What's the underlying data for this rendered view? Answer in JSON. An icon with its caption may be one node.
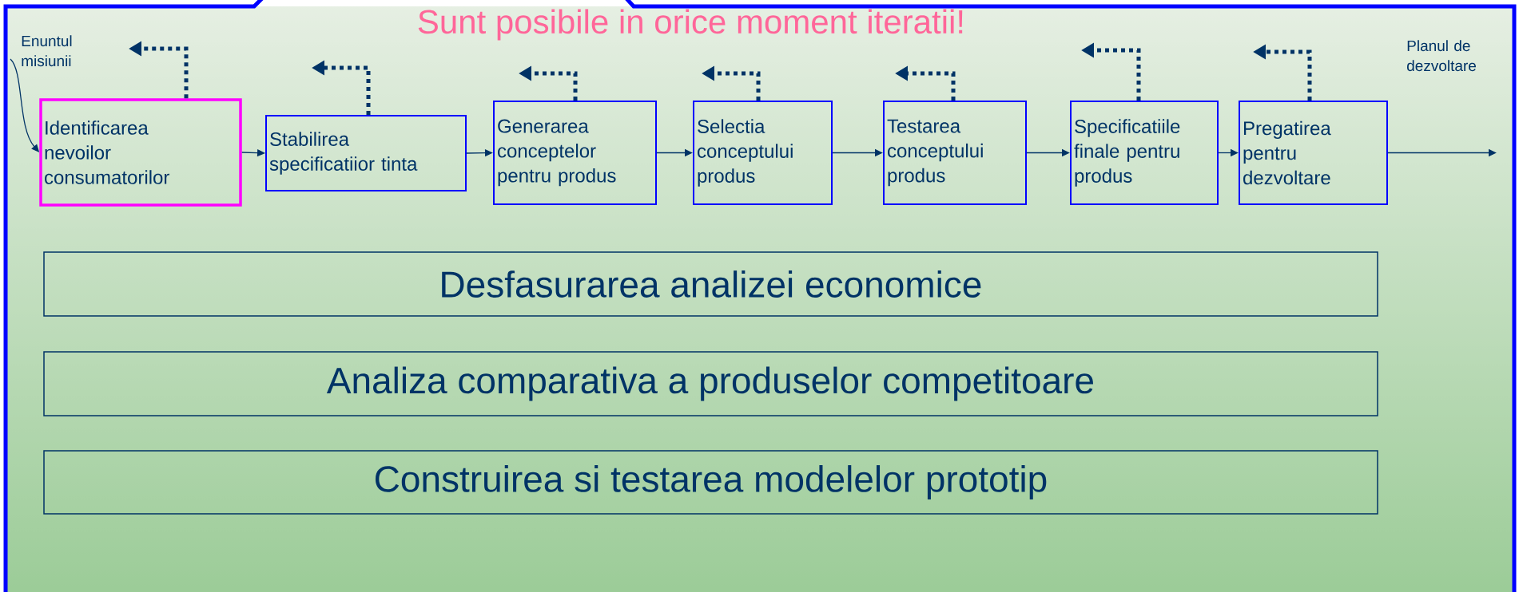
{
  "diagram": {
    "nodes": [
      {
        "text": [
          "Enuntul misiunii"
        ]
      },
      {
        "text": [
          "Identificarea nevoilor consumatorilor"
        ]
      },
      {
        "text": [
          "Stabilirea specificatiior tinta"
        ]
      },
      {
        "text": [
          "Generarea conceptelor pentru produs"
        ]
      },
      {
        "text": [
          "Selectia conceptului produs"
        ]
      },
      {
        "text": [
          "Testarea conceptului produs"
        ]
      },
      {
        "text": [
          "Specificatiile finale pentru produs"
        ]
      },
      {
        "text": [
          "Pregatirea pentru dezvoltare"
        ]
      },
      {
        "text": [
          "Desfasurarea analizei economice"
        ]
      },
      {
        "text": [
          "Analiza comparativa a produselor competitoare"
        ]
      },
      {
        "text": [
          "Construirea si testarea modelelor prototip"
        ]
      }
    ],
    "edges": [
      {
        "from": 0,
        "to": 1,
        "arrow": "to"
      },
      {
        "from": 1,
        "to": 2,
        "arrow": "to"
      },
      {
        "from": 2,
        "to": 3,
        "arrow": "to"
      },
      {
        "from": 3,
        "to": 4,
        "arrow": "to"
      },
      {
        "from": 4,
        "to": 5,
        "arrow": "to"
      },
      {
        "from": 5,
        "to": 6,
        "arrow": "to"
      },
      {
        "from": 6,
        "to": 7,
        "arrow": "to"
      },
      {
        "from": 7,
        "to": null,
        "arrow": "to"
      },
      {
        "from": 1,
        "to": null,
        "arrow": "to",
        "style": "dashed"
      },
      {
        "from": 2,
        "to": null,
        "arrow": "to",
        "style": "dashed"
      },
      {
        "from": 3,
        "to": null,
        "arrow": "to",
        "style": "dashed"
      },
      {
        "from": 4,
        "to": null,
        "arrow": "to",
        "style": "dashed"
      },
      {
        "from": 5,
        "to": null,
        "arrow": "to",
        "style": "dashed"
      },
      {
        "from": 6,
        "to": null,
        "arrow": "to",
        "style": "dashed"
      },
      {
        "from": 7,
        "to": null,
        "arrow": "to",
        "style": "dashed"
      }
    ],
    "labels": [
      "Sunt posibile in orice moment iteratii!",
      "Planul de dezvoltare"
    ]
  }
}
